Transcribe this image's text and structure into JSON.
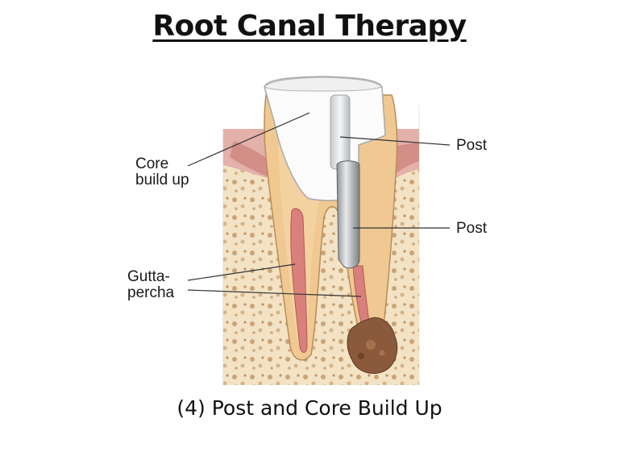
{
  "title": "Root Canal Therapy",
  "caption": "(4)  Post and Core Build Up",
  "labels": {
    "core": "Core\nbuild up",
    "post_top": "Post",
    "post_mid": "Post",
    "gutta": "Gutta-\npercha"
  }
}
